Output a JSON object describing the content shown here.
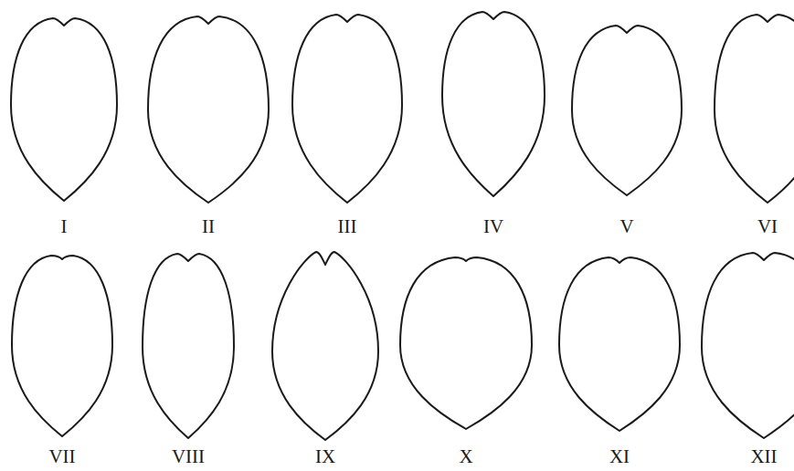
{
  "diagram": {
    "labels": [
      "I",
      "II",
      "III",
      "IV",
      "V",
      "VI",
      "VII",
      "VIII",
      "IX",
      "X",
      "XI",
      "XII"
    ]
  }
}
